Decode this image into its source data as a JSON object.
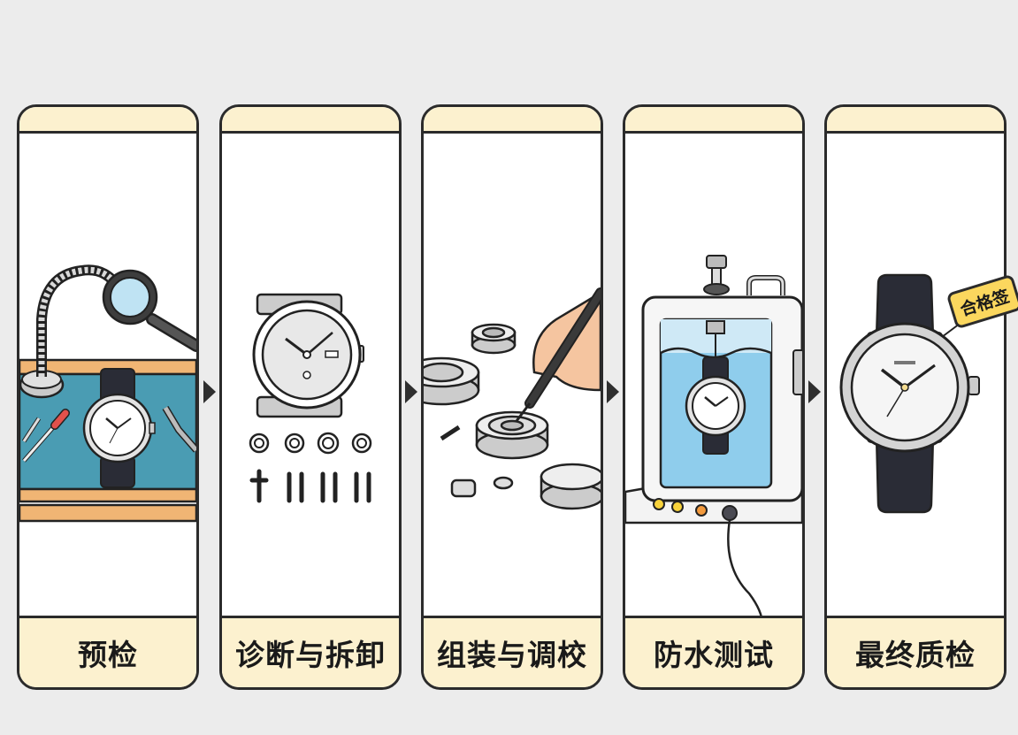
{
  "diagram": {
    "type": "process-flow",
    "steps": [
      {
        "label": "预检",
        "illustration": "watch-inspection-desk-with-magnifier-lamp"
      },
      {
        "label": "诊断与拆卸",
        "illustration": "watch-disassembled-parts"
      },
      {
        "label": "组装与调校",
        "illustration": "hand-assembling-movement-parts"
      },
      {
        "label": "防水测试",
        "illustration": "watch-in-water-tank-tester"
      },
      {
        "label": "最终质检",
        "illustration": "finished-watch-with-tag"
      }
    ],
    "tag_label": "合格签",
    "colors": {
      "background": "#ececec",
      "panel_header_footer": "#fcf1cf",
      "outline": "#2b2b2b",
      "desk_mat": "#4a9cb3",
      "desk_wood": "#f0b574",
      "water": "#8fcdec",
      "tag": "#fbd75e",
      "strap": "#2a2c36"
    }
  }
}
